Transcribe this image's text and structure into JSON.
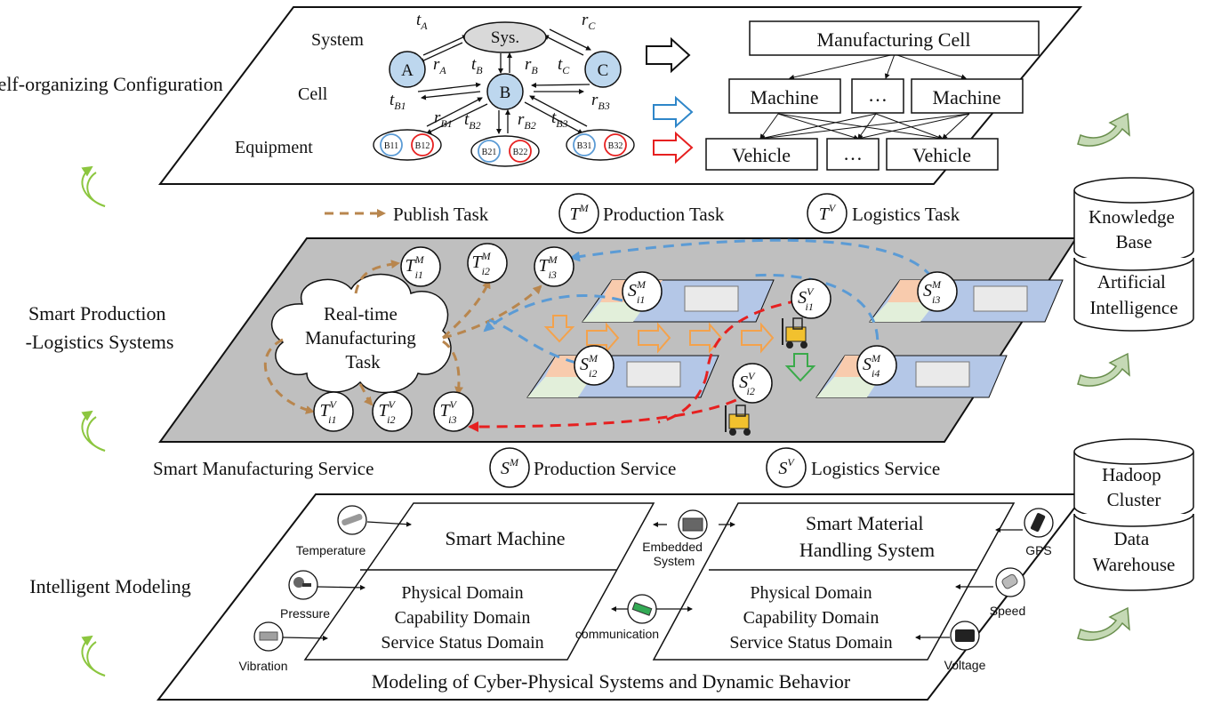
{
  "sections": {
    "top": "Self-organizing Configuration",
    "middle": "Smart Production -Logistics Systems",
    "bottom": "Intelligent Modeling"
  },
  "hierarchy": {
    "levels": [
      "System",
      "Cell",
      "Equipment"
    ],
    "nodes": {
      "system": "Sys.",
      "a": "A",
      "b": "B",
      "c": "C"
    },
    "equipment": [
      "B11",
      "B12",
      "B21",
      "B22",
      "B31",
      "B32"
    ],
    "labels": {
      "tA": "t_A",
      "rA": "r_A",
      "tB": "t_B",
      "rB": "r_B",
      "tC": "t_C",
      "rC": "r_C",
      "tB1": "t_B1",
      "rB1": "r_B1",
      "tB2": "t_B2",
      "rB2": "r_B2",
      "tB3": "t_B3",
      "rB3": "r_B3"
    }
  },
  "cell_structure": {
    "top": "Manufacturing Cell",
    "machines": [
      "Machine",
      "…",
      "Machine"
    ],
    "vehicles": [
      "Vehicle",
      "…",
      "Vehicle"
    ]
  },
  "task_legend": {
    "publish": "Publish Task",
    "production_symbol": "T^M",
    "production": "Production Task",
    "logistics_symbol": "T^V",
    "logistics": "Logistics Task"
  },
  "databases": {
    "kb": "Knowledge Base",
    "ai": "Artificial Intelligence",
    "hadoop": "Hadoop Cluster",
    "dw": "Data Warehouse"
  },
  "production": {
    "cloud": "Real-time Manufacturing Task",
    "tasks_m": [
      "T_i1^M",
      "T_i2^M",
      "T_i3^M"
    ],
    "tasks_v": [
      "T_i1^V",
      "T_i2^V",
      "T_i3^V"
    ],
    "services_m": [
      "S_i1^M",
      "S_i2^M",
      "S_i3^M",
      "S_i4^M"
    ],
    "services_v": [
      "S_i1^V",
      "S_i2^V"
    ]
  },
  "service_legend": {
    "title": "Smart Manufacturing Service",
    "production_symbol": "S^M",
    "production": "Production Service",
    "logistics_symbol": "S^V",
    "logistics": "Logistics Service"
  },
  "modeling": {
    "machine_title": "Smart Machine",
    "handling_title": "Smart Material Handling System",
    "domains": [
      "Physical Domain",
      "Capability Domain",
      "Service Status Domain"
    ],
    "left_sensors": [
      "Temperature",
      "Pressure",
      "Vibration"
    ],
    "right_sensors": [
      "GPS",
      "Speed",
      "Voltage"
    ],
    "embedded": "Embedded System",
    "communication": "communication",
    "footer": "Modeling of Cyber-Physical Systems and Dynamic Behavior"
  },
  "colors": {
    "publish": "#b8864e",
    "blue_link": "#5b9bd5",
    "red_link": "#e62020",
    "orange_arrow": "#f4a24b",
    "green_arrow": "#3aaa4a",
    "node_fill": "#bdd7ee",
    "gray_plane": "#bfbfbf",
    "cycle_arrow": "#8cc63f"
  }
}
